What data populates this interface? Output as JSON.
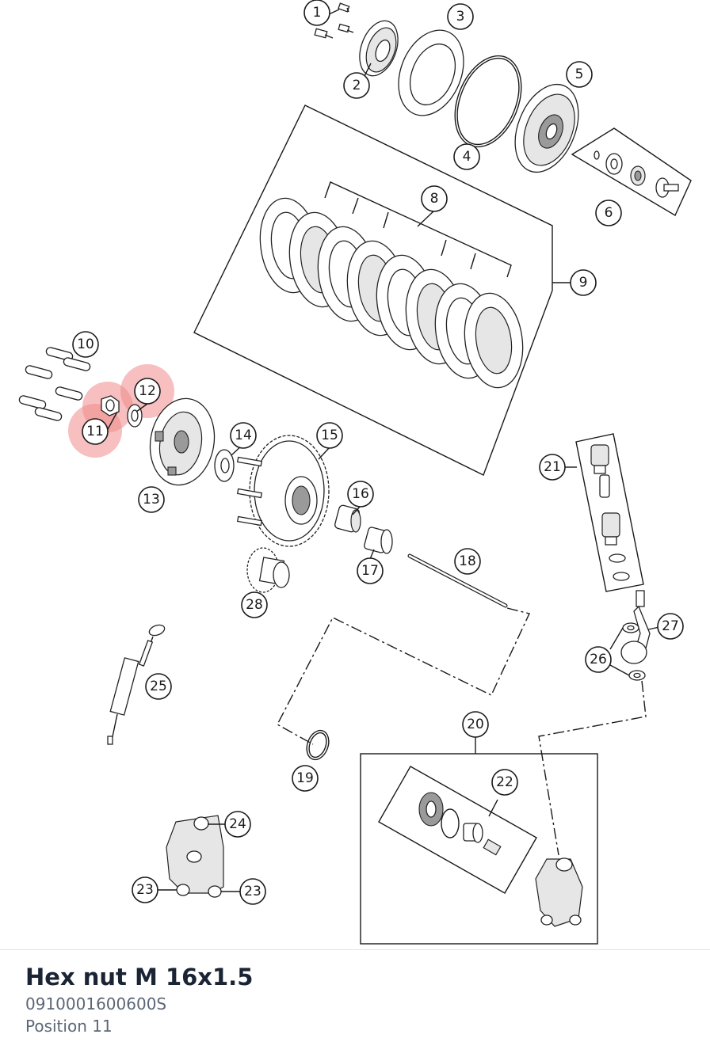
{
  "diagram": {
    "selected": "11",
    "callouts": [
      "1",
      "2",
      "3",
      "4",
      "5",
      "6",
      "8",
      "9",
      "10",
      "11",
      "12",
      "13",
      "14",
      "15",
      "16",
      "17",
      "18",
      "19",
      "20",
      "21",
      "22",
      "23",
      "24",
      "25",
      "26",
      "27",
      "28"
    ]
  },
  "part": {
    "name": "Hex nut M 16x1.5",
    "number": "0910001600600S",
    "position": "Position 11"
  }
}
